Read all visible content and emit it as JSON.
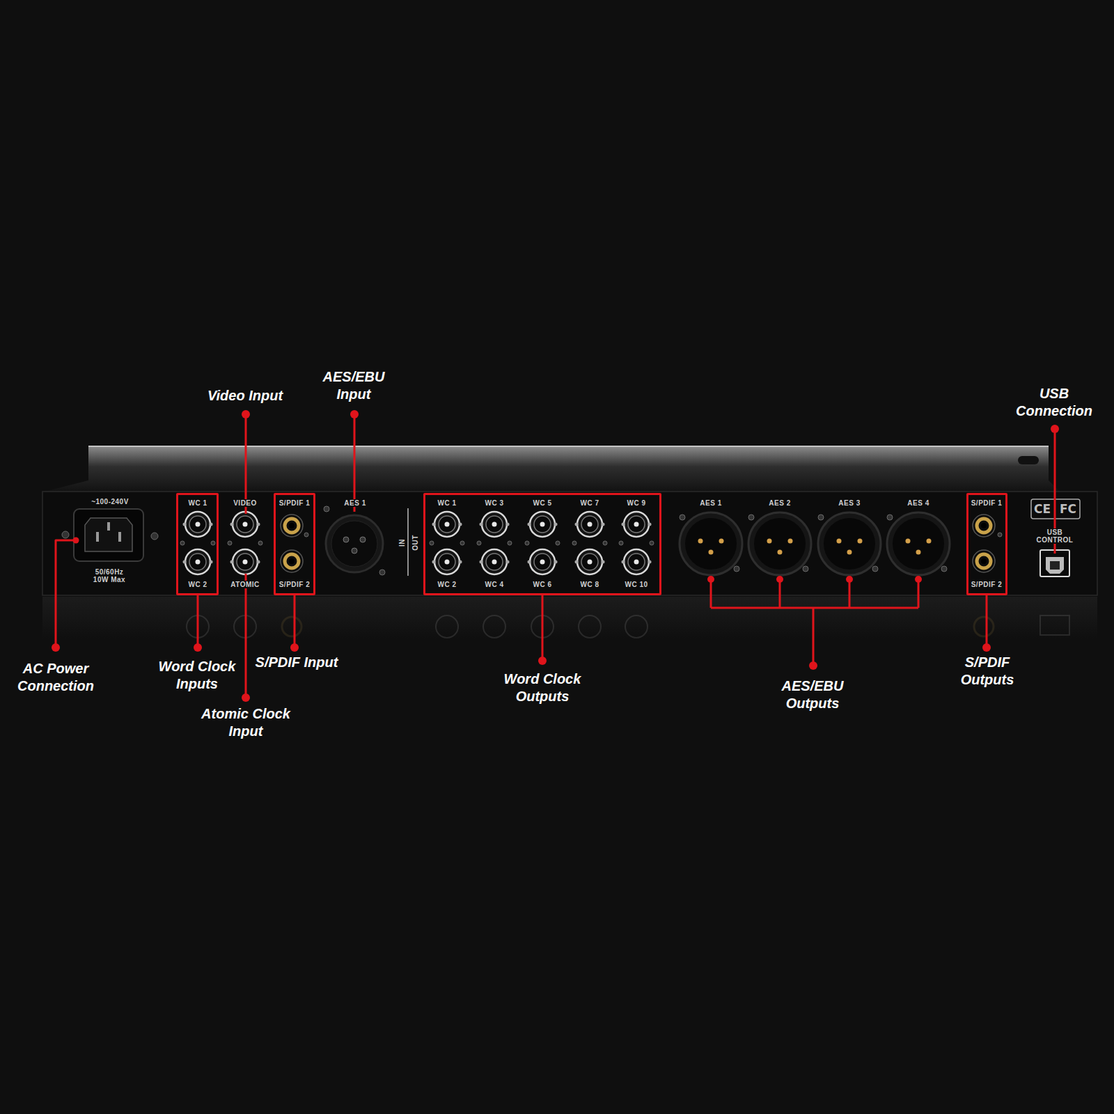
{
  "diagram": {
    "nodes": [
      {
        "text": [
          "WC 1",
          "WC 2"
        ]
      },
      {
        "text": [
          "S/PDIF 1",
          "S/PDIF 2"
        ]
      },
      {
        "text": [
          "WC 1",
          "WC 3",
          "WC 5",
          "WC 7",
          "WC 9",
          "WC 2",
          "WC 4",
          "WC 6",
          "WC 8",
          "WC 10"
        ]
      },
      {
        "text": [
          "S/PDIF 1",
          "S/PDIF 2"
        ]
      }
    ],
    "labels": [
      "Video Input",
      "AES/EBU Input",
      "USB Connection",
      "~100-240V",
      "50/60Hz 10W Max",
      "VIDEO",
      "ATOMIC",
      "AES 1",
      "IN",
      "OUT",
      "AES 1",
      "AES 2",
      "AES 3",
      "AES 4",
      "CE",
      "FC",
      "USB CONTROL",
      "AC Power Connection",
      "Word Clock Inputs",
      "S/PDIF Input",
      "Atomic Clock Input",
      "Word Clock Outputs",
      "AES/EBU Outputs",
      "S/PDIF Outputs"
    ]
  }
}
